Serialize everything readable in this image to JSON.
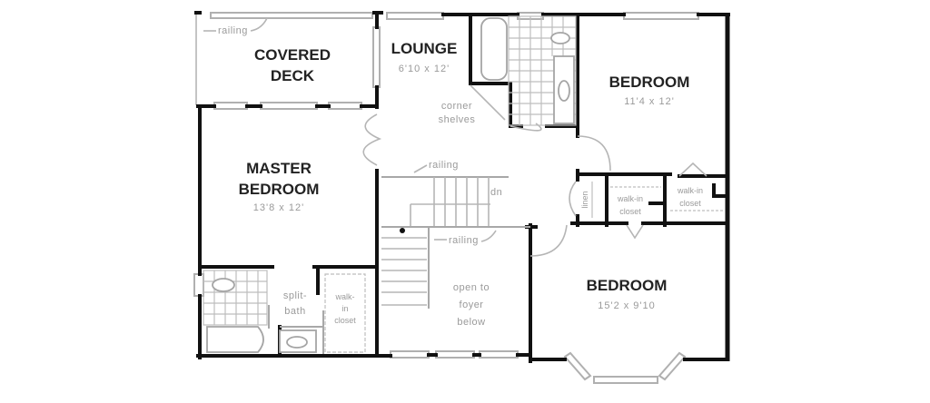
{
  "plan": {
    "title": "Second Floor Plan",
    "rooms": [
      {
        "id": "covered-deck",
        "name_lines": [
          "COVERED",
          "DECK"
        ],
        "dimensions": ""
      },
      {
        "id": "lounge",
        "name_lines": [
          "LOUNGE"
        ],
        "dimensions": "6'10 x 12'"
      },
      {
        "id": "bedroom-ne",
        "name_lines": [
          "BEDROOM"
        ],
        "dimensions": "11'4 x 12'"
      },
      {
        "id": "master-bedroom",
        "name_lines": [
          "MASTER",
          "BEDROOM"
        ],
        "dimensions": "13'8 x 12'"
      },
      {
        "id": "bedroom-se",
        "name_lines": [
          "BEDROOM"
        ],
        "dimensions": "15'2 x 9'10"
      }
    ],
    "notes": {
      "deck_railing": "railing",
      "stair_railing_top": "railing",
      "stair_railing_bottom": "railing",
      "corner_shelves_1": "corner",
      "corner_shelves_2": "shelves",
      "stair_dn": "dn",
      "split_bath_1": "split-",
      "split_bath_2": "bath",
      "master_closet_1": "walk-",
      "master_closet_2": "in",
      "master_closet_3": "closet",
      "open_foyer_1": "open to",
      "open_foyer_2": "foyer",
      "open_foyer_3": "below",
      "linen": "linen",
      "walkin_center_1": "walk-in",
      "walkin_center_2": "closet",
      "walkin_east_1": "walk-in",
      "walkin_east_2": "closet"
    }
  }
}
